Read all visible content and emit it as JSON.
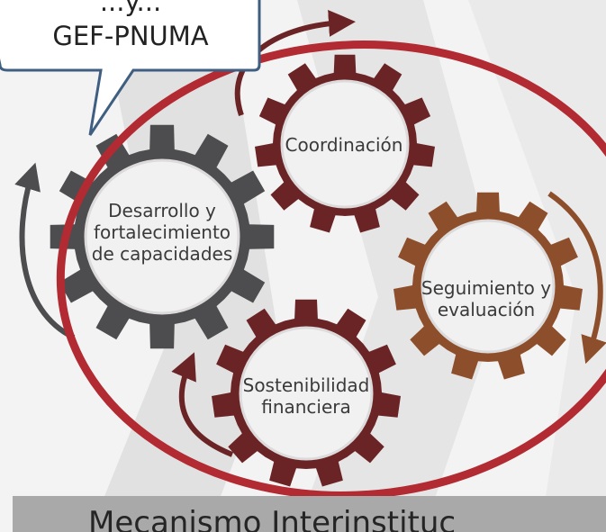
{
  "callout": {
    "lines": [
      "...y...",
      "GEF-PNUMA"
    ]
  },
  "gears": {
    "desarrollo": {
      "lines": [
        "Desarrollo y",
        "fortalecimiento",
        "de capacidades"
      ],
      "color": "#4d4d4f"
    },
    "coordinacion": {
      "lines": [
        "Coordinación"
      ],
      "color": "#6b2426"
    },
    "seguimiento": {
      "lines": [
        "Seguimiento y",
        "evaluación"
      ],
      "color": "#8d4f2b"
    },
    "sostenibilidad": {
      "lines": [
        "Sostenibilidad",
        "financiera"
      ],
      "color": "#6b2426"
    }
  },
  "highlight": {
    "color": "#b22a32"
  },
  "footer": {
    "text": "Mecanismo Interinstituc"
  }
}
